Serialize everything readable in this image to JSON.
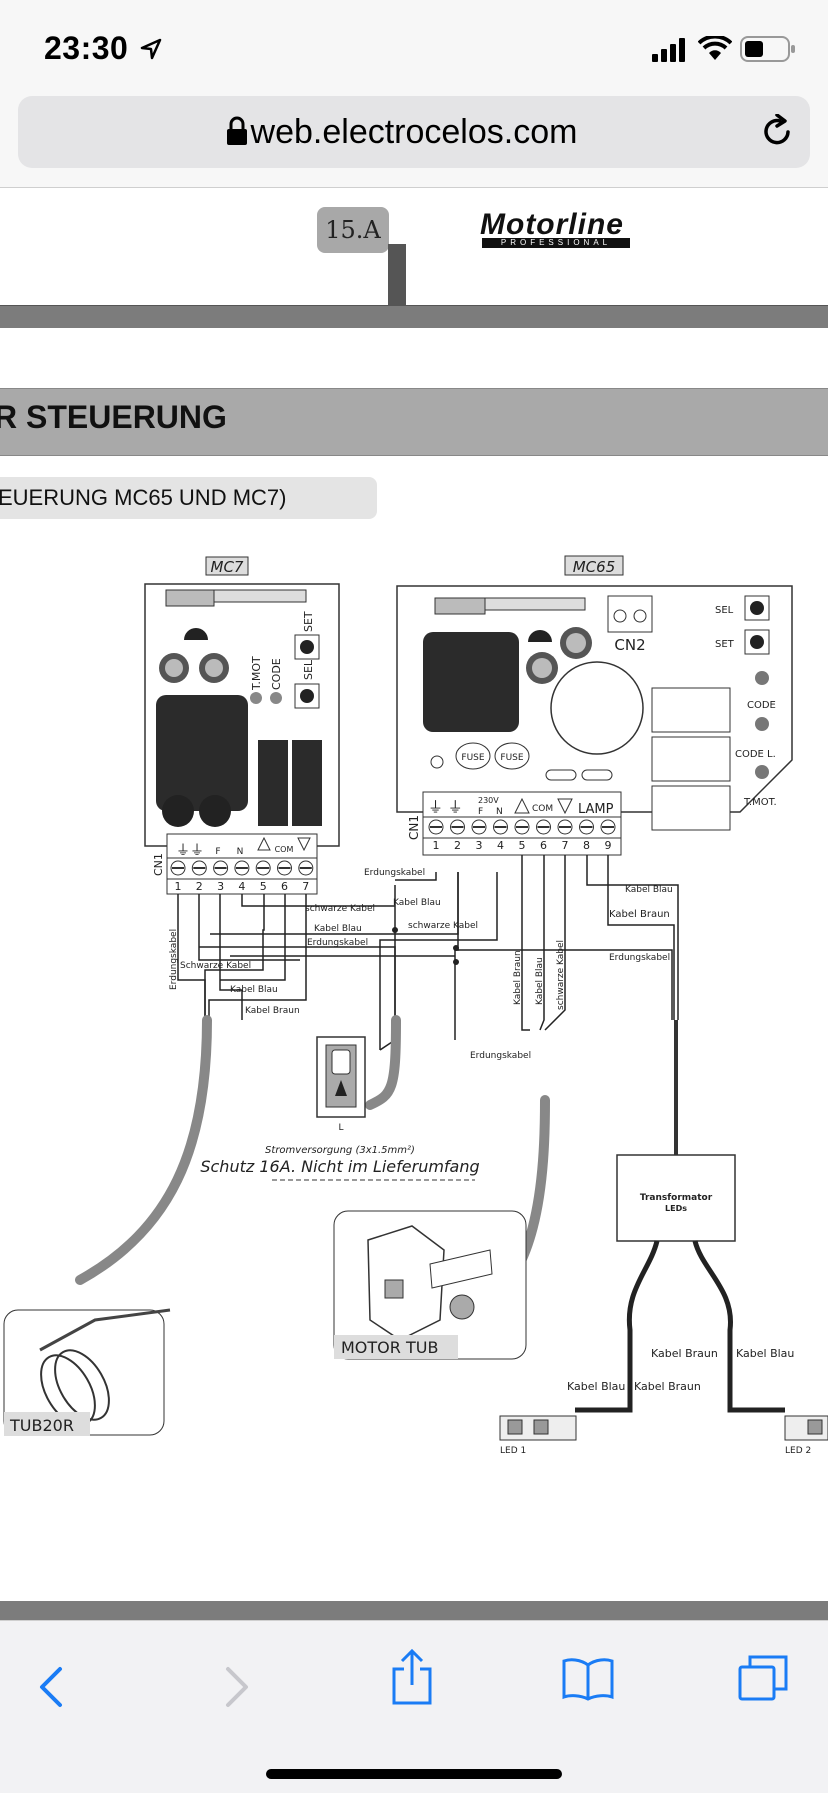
{
  "status_bar": {
    "time": "23:30"
  },
  "browser": {
    "url": "web.electrocelos.com"
  },
  "page": {
    "tab": "15.A",
    "brand": "Motorline",
    "brand_sub": "PROFESSIONAL",
    "section_title": "R STEUERUNG",
    "subsection_title": "EUERUNG MC65 UND MC7)"
  },
  "diagram": {
    "mc7": {
      "name": "MC7",
      "cn": "CN1",
      "terminals": [
        "1",
        "2",
        "3",
        "4",
        "5",
        "6",
        "7"
      ],
      "labels": {
        "f": "F",
        "n": "N",
        "com": "COM"
      },
      "buttons": [
        "SET",
        "SEL"
      ],
      "leds": [
        "T.MOT",
        "CODE"
      ]
    },
    "mc65": {
      "name": "MC65",
      "cn": "CN1",
      "cn2": "CN2",
      "terminals": [
        "1",
        "2",
        "3",
        "4",
        "5",
        "6",
        "7",
        "8",
        "9"
      ],
      "labels": {
        "v230": "230V",
        "f": "F",
        "n": "N",
        "com": "COM",
        "lamp": "LAMP"
      },
      "fuse": "FUSE",
      "side_labels": [
        "SEL",
        "SET",
        "CODE",
        "CODE L.",
        "T.MOT."
      ]
    },
    "wires": {
      "erdungskabel": "Erdungskabel",
      "kabel_blau": "Kabel Blau",
      "kabel_braun": "Kabel Braun",
      "schwarze_kabel": "schwarze Kabel",
      "schwarze_kabel_cap": "Schwarze Kabel"
    },
    "power": {
      "switch_label": "L",
      "line1": "Stromversorgung (3x1.5mm²)",
      "line2": "Schutz 16A. Nicht im Lieferumfang"
    },
    "transformer": {
      "line1": "Transformator",
      "line2": "LEDs"
    },
    "motors": {
      "tub20r": "TUB20R",
      "motortub": "MOTOR TUB"
    },
    "leds": {
      "led1": "LED 1",
      "led2": "LED 2"
    }
  }
}
